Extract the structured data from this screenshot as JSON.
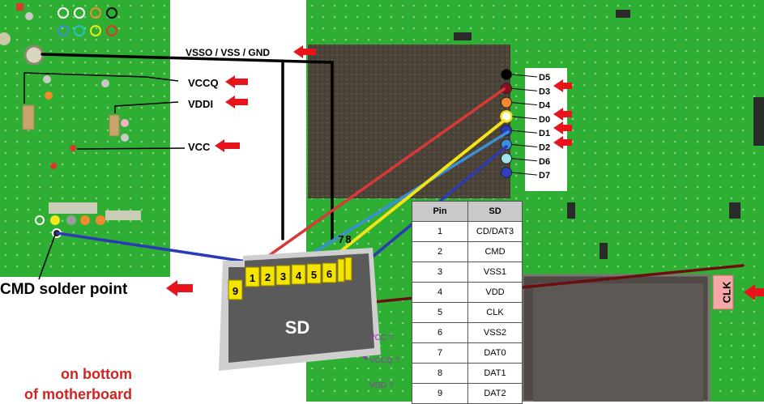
{
  "labels": {
    "gnd": "VSSO / VSS / GND",
    "vccq": "VCCQ",
    "vddi": "VDDI",
    "vcc": "VCC",
    "cmd_point": "CMD solder point",
    "bottom_line1": "on bottom",
    "bottom_line2": "of motherboard",
    "clk": "CLK",
    "sd": "SD",
    "vcc_q": "VCC ?",
    "vccq_q": "VCCQ ?",
    "vdd_q": "VDD ?"
  },
  "data_pins": [
    "D5",
    "D3",
    "D4",
    "D0",
    "D1",
    "D2",
    "D6",
    "D7"
  ],
  "sd_pins": [
    "1",
    "2",
    "3",
    "4",
    "5",
    "6",
    "7",
    "8",
    "9"
  ],
  "table": {
    "headers": [
      "Pin",
      "SD"
    ],
    "rows": [
      [
        "1",
        "CD/DAT3"
      ],
      [
        "2",
        "CMD"
      ],
      [
        "3",
        "VSS1"
      ],
      [
        "4",
        "VDD"
      ],
      [
        "5",
        "CLK"
      ],
      [
        "6",
        "VSS2"
      ],
      [
        "7",
        "DAT0"
      ],
      [
        "8",
        "DAT1"
      ],
      [
        "9",
        "DAT2"
      ]
    ]
  },
  "colors": {
    "pcb_green": "#2fae34",
    "arrow_red": "#e8141b",
    "wire_red": "#d93838",
    "wire_blue": "#3b8fd8",
    "wire_yellow": "#f3e317",
    "wire_dark_blue": "#2a3bb5",
    "wire_maroon": "#6a0e12",
    "wire_purple": "#8e3ba8",
    "sd_pin_yellow": "#f5e400"
  }
}
